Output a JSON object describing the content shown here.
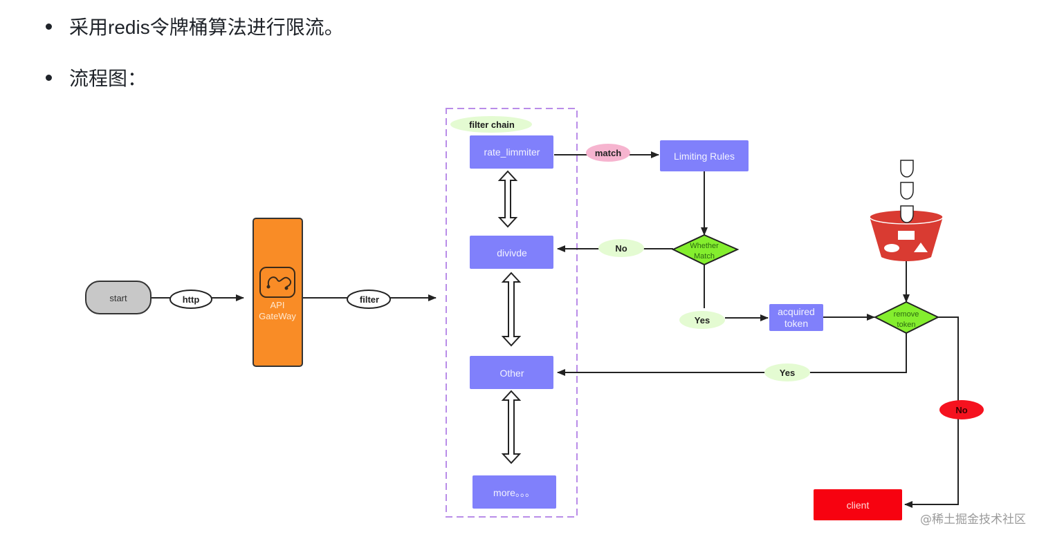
{
  "document": {
    "bullets": [
      {
        "text": "采用redis令牌桶算法进行限流。"
      },
      {
        "text": "流程图："
      }
    ],
    "watermark": "@稀土掘金技术社区"
  },
  "diagram": {
    "colors": {
      "node_blue": "#8080fb",
      "gateway_orange": "#f98c26",
      "diamond_green": "#84ee2e",
      "label_green": "#e4fbd2",
      "match_pink": "#f6b4cf",
      "no_red": "#f5121f",
      "client_red": "#f70210",
      "bucket_red": "#d93b32",
      "start_gray": "#c8c8c8",
      "chain_border": "#b98ce8"
    },
    "nodes": {
      "start": "start",
      "gateway_line1": "API",
      "gateway_line2": "GateWay",
      "filter_chain": "filter chain",
      "rate_limiter": "rate_limmiter",
      "divide": "divivde",
      "other": "Other",
      "more": "more。。。",
      "limiting_rules": "Limiting Rules",
      "whether_match_line1": "Whether",
      "whether_match_line2": "Match",
      "acquired_token_line1": "acquired",
      "acquired_token_line2": "token",
      "remove_token_line1": "remove",
      "remove_token_line2": "token",
      "client": "client"
    },
    "edge_labels": {
      "http": "http",
      "filter": "filter",
      "match": "match",
      "no_match": "No",
      "yes_match": "Yes",
      "yes_token": "Yes",
      "no_token": "No"
    }
  }
}
